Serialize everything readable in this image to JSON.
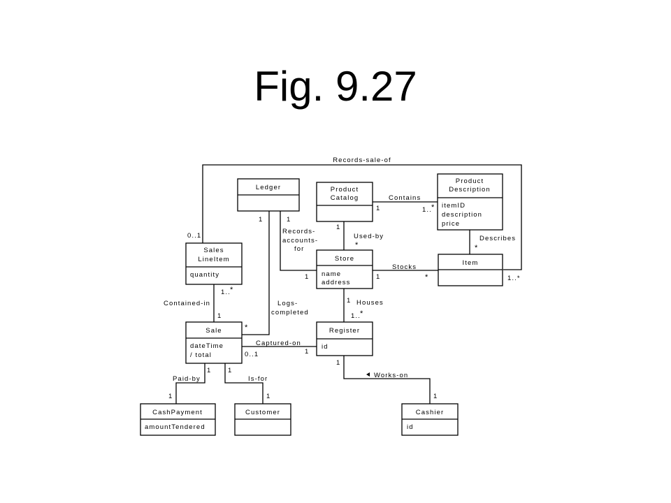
{
  "title": "Fig. 9.27",
  "classes": {
    "ledger": {
      "name": "Ledger",
      "attrs": []
    },
    "product_catalog": {
      "name_lines": [
        "Product",
        "Catalog"
      ],
      "attrs": []
    },
    "product_description": {
      "name_lines": [
        "Product",
        "Description"
      ],
      "attrs": [
        "itemID",
        "description",
        "price"
      ]
    },
    "sales_line_item": {
      "name_lines": [
        "Sales",
        "LineItem"
      ],
      "attrs": [
        "quantity"
      ]
    },
    "store": {
      "name": "Store",
      "attrs": [
        "name",
        "address"
      ]
    },
    "item": {
      "name": "Item",
      "attrs": []
    },
    "sale": {
      "name": "Sale",
      "attrs": [
        "dateTime",
        "/ total"
      ]
    },
    "register": {
      "name": "Register",
      "attrs": [
        "id"
      ]
    },
    "cash_payment": {
      "name": "CashPayment",
      "attrs": [
        "amountTendered"
      ]
    },
    "customer": {
      "name": "Customer",
      "attrs": []
    },
    "cashier": {
      "name": "Cashier",
      "attrs": [
        "id"
      ]
    }
  },
  "associations": {
    "records_sale_of": "Records-sale-of",
    "contains": "Contains",
    "used_by": "Used-by",
    "describes": "Describes",
    "records_accounts_for": [
      "Records-",
      "accounts-",
      "for"
    ],
    "stocks": "Stocks",
    "contained_in": "Contained-in",
    "logs_completed": [
      "Logs-",
      "completed"
    ],
    "houses": "Houses",
    "captured_on": "Captured-on",
    "paid_by": "Paid-by",
    "is_for": "Is-for",
    "works_on": "Works-on"
  },
  "multiplicities": {
    "zero_one": "0..1",
    "one": "1",
    "one_many": "1..",
    "many": "*",
    "one_star": "1..*"
  },
  "icons": {
    "works_on_direction": "triangle-left-icon"
  }
}
